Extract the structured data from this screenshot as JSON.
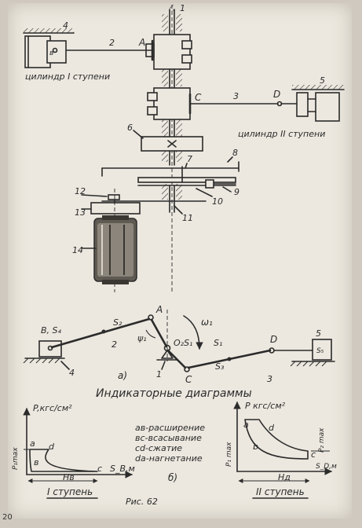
{
  "page_number": "20",
  "labels": {
    "cyl1": "цилиндр I ступени",
    "cyl2": "цилиндр II ступени",
    "indicator_title": "Индикаторные диаграммы",
    "fig_a": "а)",
    "fig_b": "б)",
    "caption": "Рис. 62"
  },
  "parts": [
    "1",
    "2",
    "3",
    "4",
    "5",
    "6",
    "7",
    "8",
    "9",
    "10",
    "11",
    "12",
    "13",
    "14"
  ],
  "points": {
    "A": "A",
    "B": "в",
    "C": "С",
    "D": "D",
    "S2": "S₂",
    "S3": "S₃",
    "S1": "S₁",
    "O2S1": "O₂S₁",
    "BS4": "В, S₄",
    "S5": "S₅",
    "omega": "ω₁",
    "psi": "ψ₁"
  },
  "legend": {
    "ab": "ав-расширение",
    "bc": "вс-всасывание",
    "cd": "cd-сжатие",
    "da": "da-нагнетание"
  },
  "diagram1": {
    "y_axis": "P,кгс/см²",
    "p_max": "P₁max",
    "x_axis": "S_B,м",
    "stroke": "Hв",
    "stage": "I ступень",
    "a": "a",
    "b": "в",
    "c": "c",
    "d": "d"
  },
  "diagram2": {
    "y_axis": "P кгс/см²",
    "p1_max": "P₁ max",
    "p2_max": "P₂ max",
    "x_axis": "S_D,м",
    "stroke": "Hд",
    "stage": "II ступень",
    "a": "a",
    "b": "b",
    "c": "c",
    "d": "d"
  }
}
